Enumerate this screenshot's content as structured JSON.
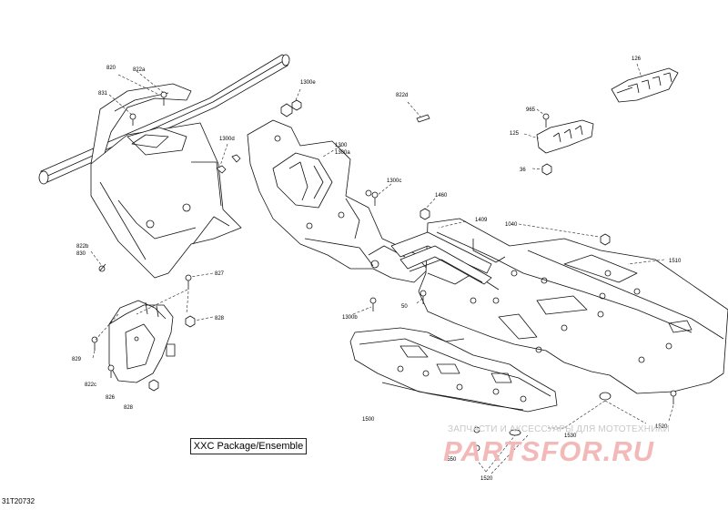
{
  "diagram": {
    "package_label": "XXC Package/Ensemble",
    "document_number": "31T20732",
    "watermark": {
      "subtitle": "ЗАПЧАСТИ И АКСЕССУАРЫ ДЛЯ МОТОТЕХНИКИ",
      "brand": "PARTSFOR.RU",
      "brand_color": "#f3b9b9"
    },
    "callouts": [
      {
        "id": "c820",
        "text": "820"
      },
      {
        "id": "c822a",
        "text": "822a"
      },
      {
        "id": "c831",
        "text": "831"
      },
      {
        "id": "c1300e",
        "text": "1300e"
      },
      {
        "id": "c822d",
        "text": "822d"
      },
      {
        "id": "c126a",
        "text": "126"
      },
      {
        "id": "c965",
        "text": "965"
      },
      {
        "id": "c125",
        "text": "125"
      },
      {
        "id": "c36",
        "text": "36"
      },
      {
        "id": "c1300d",
        "text": "1300d"
      },
      {
        "id": "c1300",
        "text": "1300"
      },
      {
        "id": "c1300a",
        "text": "1300a"
      },
      {
        "id": "c1300c",
        "text": "1300c"
      },
      {
        "id": "c1460",
        "text": "1460"
      },
      {
        "id": "c1409",
        "text": "1409"
      },
      {
        "id": "c1040",
        "text": "1040"
      },
      {
        "id": "c1510",
        "text": "1510"
      },
      {
        "id": "c822b",
        "text": "822b"
      },
      {
        "id": "c830",
        "text": "830"
      },
      {
        "id": "c827",
        "text": "827"
      },
      {
        "id": "c828a",
        "text": "828"
      },
      {
        "id": "c1300b",
        "text": "1300b"
      },
      {
        "id": "c50",
        "text": "50"
      },
      {
        "id": "c829",
        "text": "829"
      },
      {
        "id": "c822c",
        "text": "822c"
      },
      {
        "id": "c826",
        "text": "826"
      },
      {
        "id": "c828b",
        "text": "828"
      },
      {
        "id": "c1500",
        "text": "1500"
      },
      {
        "id": "c1530",
        "text": "1530"
      },
      {
        "id": "c1520a",
        "text": "1520"
      },
      {
        "id": "c1550",
        "text": "1550"
      },
      {
        "id": "c1520b",
        "text": "1520"
      }
    ]
  }
}
